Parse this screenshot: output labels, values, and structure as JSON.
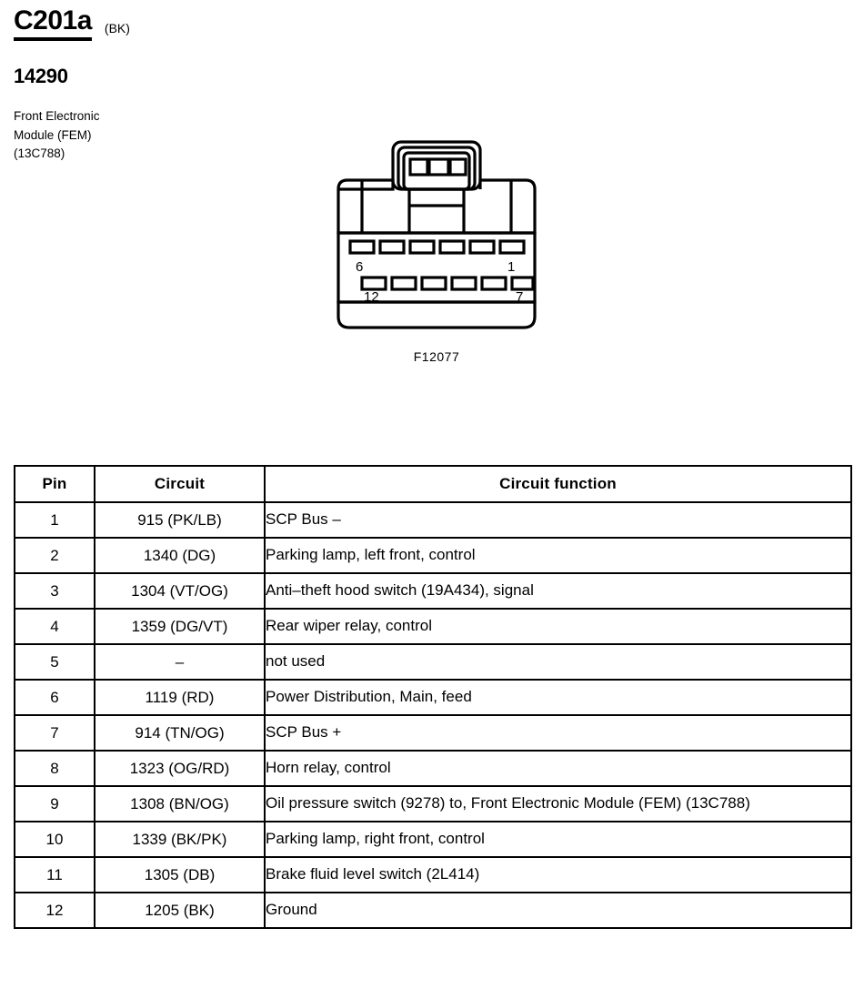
{
  "header": {
    "connector_id": "C201a",
    "color_code": "(BK)",
    "part_number": "14290",
    "component_line1": "Front Electronic",
    "component_line2": "Module (FEM)",
    "component_line3": "(13C788)"
  },
  "connector_figure": {
    "reference": "F12077",
    "pin_label_top_left": "6",
    "pin_label_top_right": "1",
    "pin_label_bottom_left": "12",
    "pin_label_bottom_right": "7",
    "top_row_cavities": 6,
    "bottom_row_cavities": 6,
    "latch_slots": 3
  },
  "table": {
    "columns": [
      "Pin",
      "Circuit",
      "Circuit function"
    ],
    "rows": [
      {
        "pin": "1",
        "circuit": "915 (PK/LB)",
        "function": "SCP Bus –"
      },
      {
        "pin": "2",
        "circuit": "1340 (DG)",
        "function": "Parking lamp, left front, control"
      },
      {
        "pin": "3",
        "circuit": "1304 (VT/OG)",
        "function": "Anti–theft hood switch (19A434), signal"
      },
      {
        "pin": "4",
        "circuit": "1359 (DG/VT)",
        "function": "Rear wiper relay, control"
      },
      {
        "pin": "5",
        "circuit": "–",
        "function": "not used"
      },
      {
        "pin": "6",
        "circuit": "1119 (RD)",
        "function": "Power Distribution, Main, feed"
      },
      {
        "pin": "7",
        "circuit": "914 (TN/OG)",
        "function": "SCP Bus +"
      },
      {
        "pin": "8",
        "circuit": "1323 (OG/RD)",
        "function": "Horn relay, control"
      },
      {
        "pin": "9",
        "circuit": "1308 (BN/OG)",
        "function": "Oil pressure switch (9278) to, Front Electronic Module (FEM) (13C788)",
        "tall": true
      },
      {
        "pin": "10",
        "circuit": "1339 (BK/PK)",
        "function": "Parking lamp, right front, control"
      },
      {
        "pin": "11",
        "circuit": "1305 (DB)",
        "function": "Brake fluid level switch (2L414)"
      },
      {
        "pin": "12",
        "circuit": "1205 (BK)",
        "function": "Ground"
      }
    ]
  },
  "colors": {
    "ink": "#000000",
    "paper": "#ffffff"
  }
}
